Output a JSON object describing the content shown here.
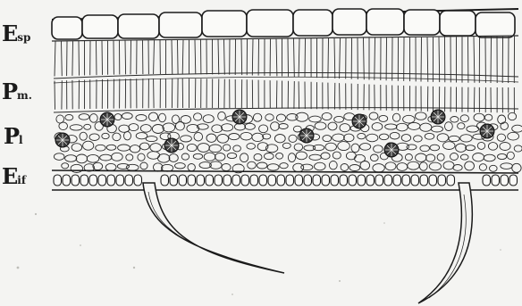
{
  "labels": [
    {
      "big": "E",
      "small": "sp"
    },
    {
      "big": "P",
      "small": "m."
    },
    {
      "big": "P",
      "small": "l"
    },
    {
      "big": "E",
      "small": "if"
    }
  ]
}
